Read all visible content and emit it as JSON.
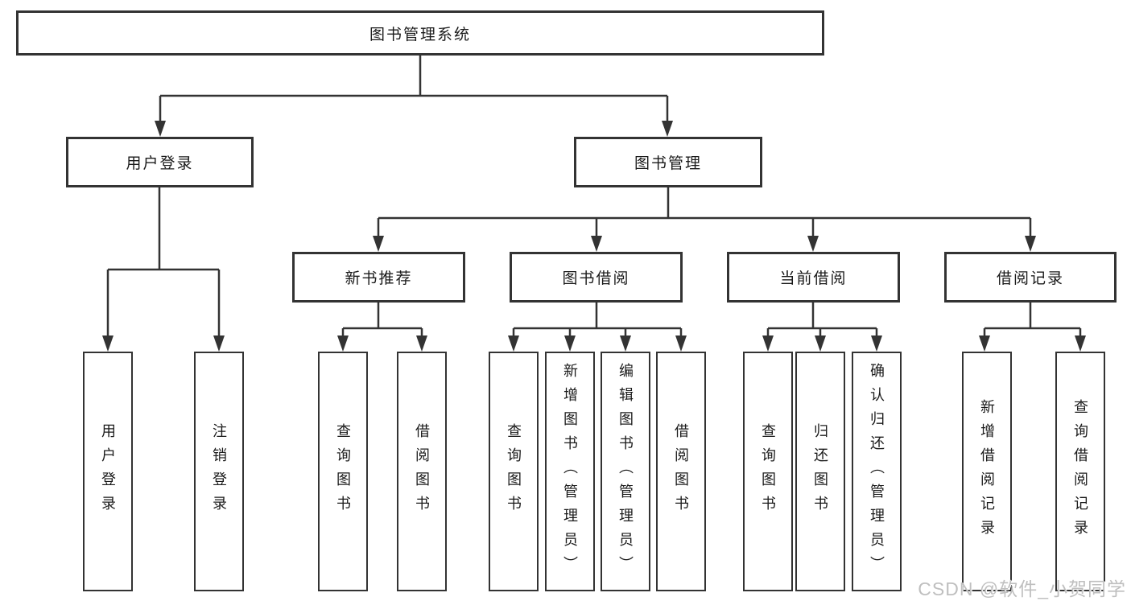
{
  "diagram": {
    "root": {
      "label": "图书管理系统"
    },
    "level2": [
      {
        "label": "用户登录"
      },
      {
        "label": "图书管理"
      }
    ],
    "level3": [
      {
        "label": "新书推荐",
        "parent": "图书管理"
      },
      {
        "label": "图书借阅",
        "parent": "图书管理"
      },
      {
        "label": "当前借阅",
        "parent": "图书管理"
      },
      {
        "label": "借阅记录",
        "parent": "图书管理"
      }
    ],
    "leaves": [
      {
        "label": "用户登录",
        "parent": "用户登录"
      },
      {
        "label": "注销登录",
        "parent": "用户登录"
      },
      {
        "label": "查询图书",
        "parent": "新书推荐"
      },
      {
        "label": "借阅图书",
        "parent": "新书推荐"
      },
      {
        "label": "查询图书",
        "parent": "图书借阅"
      },
      {
        "label": "新增图书（管理员）",
        "parent": "图书借阅"
      },
      {
        "label": "编辑图书（管理员）",
        "parent": "图书借阅"
      },
      {
        "label": "借阅图书",
        "parent": "图书借阅"
      },
      {
        "label": "查询图书",
        "parent": "当前借阅"
      },
      {
        "label": "归还图书",
        "parent": "当前借阅"
      },
      {
        "label": "确认归还（管理员）",
        "parent": "当前借阅"
      },
      {
        "label": "新增借阅记录",
        "parent": "借阅记录"
      },
      {
        "label": "查询借阅记录",
        "parent": "借阅记录"
      }
    ]
  },
  "watermark": {
    "text": "CSDN @软件_小贺同学"
  },
  "colors": {
    "line": "#333333",
    "box_border": "#333333",
    "background": "#ffffff",
    "text": "#1a1a1a",
    "watermark": "#bfbfbf"
  }
}
